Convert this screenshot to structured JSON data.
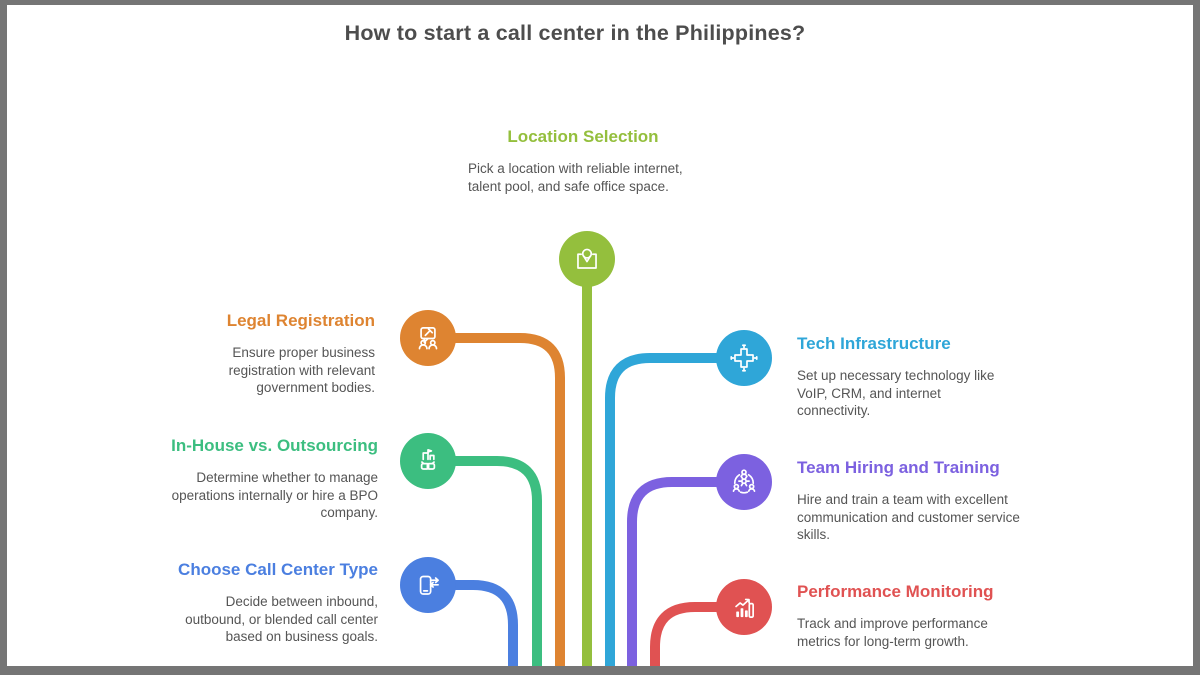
{
  "page": {
    "title": "How to start a call center in the Philippines?",
    "frame_color": "#757575",
    "background_color": "#ffffff",
    "title_color": "#4d4d4d",
    "body_text_color": "#555555"
  },
  "steps": [
    {
      "title": "Location Selection",
      "description": "Pick a location with reliable internet, talent pool, and safe office space.",
      "color": "#94BF3D",
      "icon": "map-location-pin-icon"
    },
    {
      "title": "Legal Registration",
      "description": "Ensure proper business registration with relevant government bodies.",
      "color": "#DE8431",
      "icon": "gavel-discussion-icon"
    },
    {
      "title": "In-House vs. Outsourcing",
      "description": "Determine whether to manage operations internally or hire a BPO company.",
      "color": "#3CBE80",
      "icon": "building-handshake-icon"
    },
    {
      "title": "Choose Call Center Type",
      "description": "Decide between inbound, outbound, or blended call center based on business goals.",
      "color": "#4B7FE0",
      "icon": "phone-transfer-icon"
    },
    {
      "title": "Tech Infrastructure",
      "description": "Set up necessary technology like VoIP, CRM, and internet connectivity.",
      "color": "#2FA6D8",
      "icon": "network-node-icon"
    },
    {
      "title": "Team Hiring and Training",
      "description": "Hire and train a team with excellent communication and customer service skills.",
      "color": "#7C61E0",
      "icon": "team-gear-icon"
    },
    {
      "title": "Performance Monitoring",
      "description": "Track and improve performance metrics for long-term growth.",
      "color": "#E05252",
      "icon": "growth-chart-icon"
    }
  ]
}
